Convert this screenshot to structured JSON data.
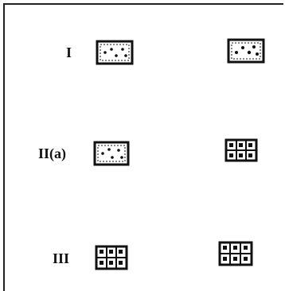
{
  "rows": [
    {
      "label": "I",
      "left_cell": "dotted-cell-5-nuclei",
      "right_cell": "dotted-cell-5-nuclei"
    },
    {
      "label": "II(a)",
      "left_cell": "dotted-cell-5-nuclei",
      "right_cell": "divided-cell-6-compartments"
    },
    {
      "label": "III",
      "left_cell": "divided-cell-6-compartments",
      "right_cell": "divided-cell-6-compartments"
    }
  ],
  "colors": {
    "ink": "#111111",
    "background": "#ffffff"
  }
}
